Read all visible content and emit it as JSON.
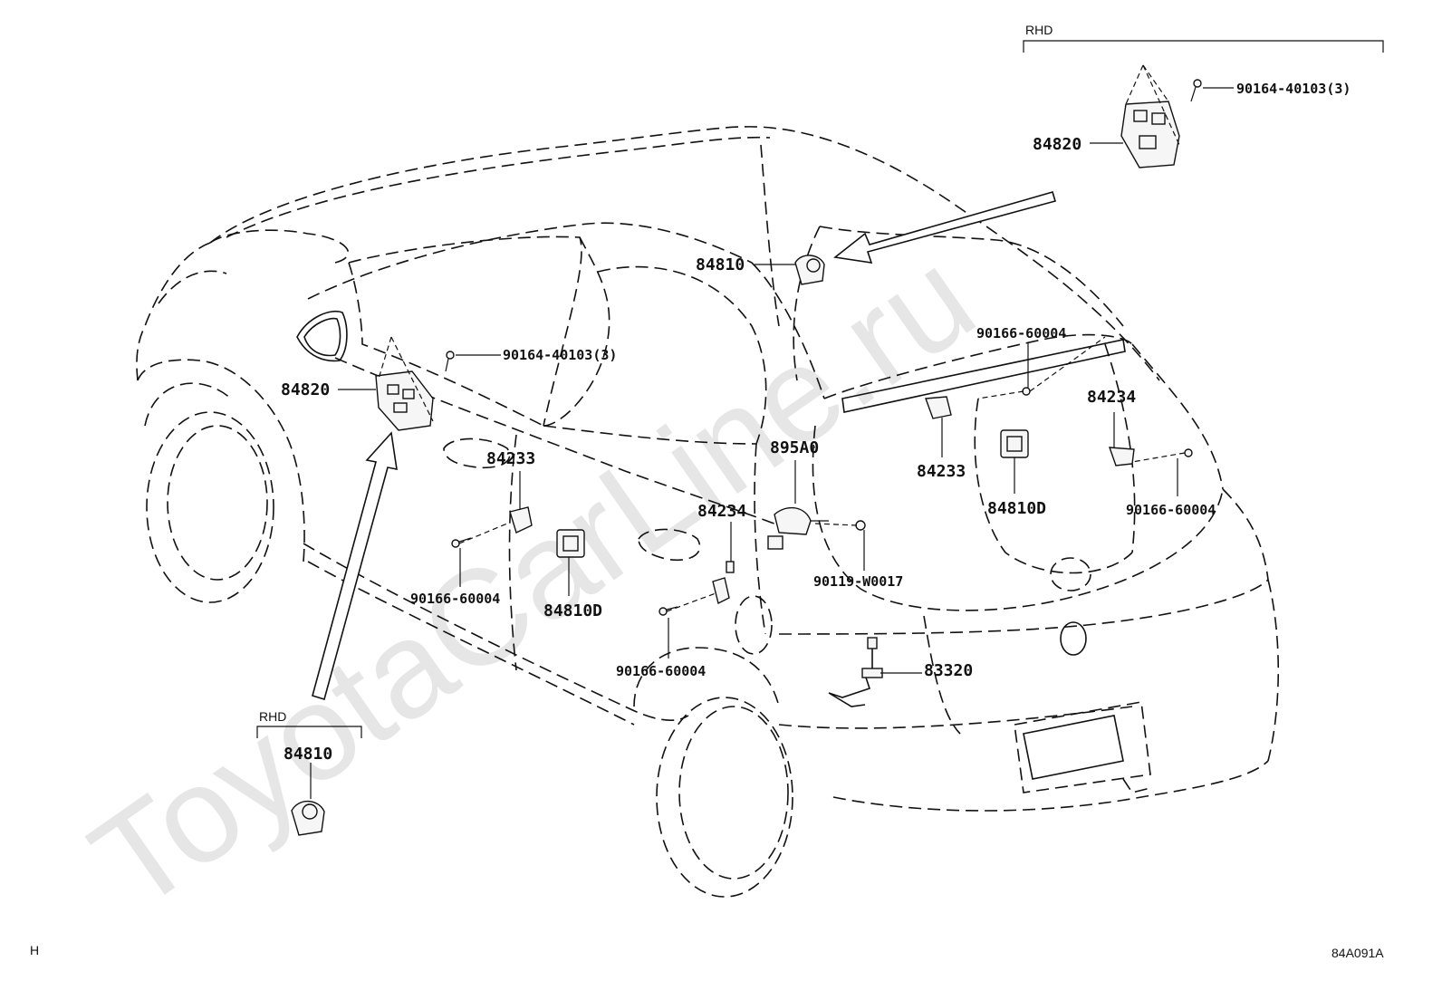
{
  "watermark": "ToyotaCarLine.ru",
  "page_code": "H",
  "diagram_id": "84A091A",
  "rhd_top": {
    "label": "RHD",
    "part": "84820",
    "bolt": "90164-40103(3)"
  },
  "rhd_bottom": {
    "label": "RHD",
    "part": "84810"
  },
  "labels": {
    "p84810_top": "84810",
    "p84820_left": "84820",
    "bolt_left": "90164-40103(3)",
    "p84233_front": "84233",
    "p84234_front": "84234",
    "p895A0": "895A0",
    "p90166_rear_top": "90166-60004",
    "p84233_rear": "84233",
    "p84234_rear": "84234",
    "p84810D_rear": "84810D",
    "p90166_rear_right": "90166-60004",
    "p90119": "90119-W0017",
    "p90166_front_a": "90166-60004",
    "p84810D_front": "84810D",
    "p90166_front_b": "90166-60004",
    "p83320": "83320"
  }
}
